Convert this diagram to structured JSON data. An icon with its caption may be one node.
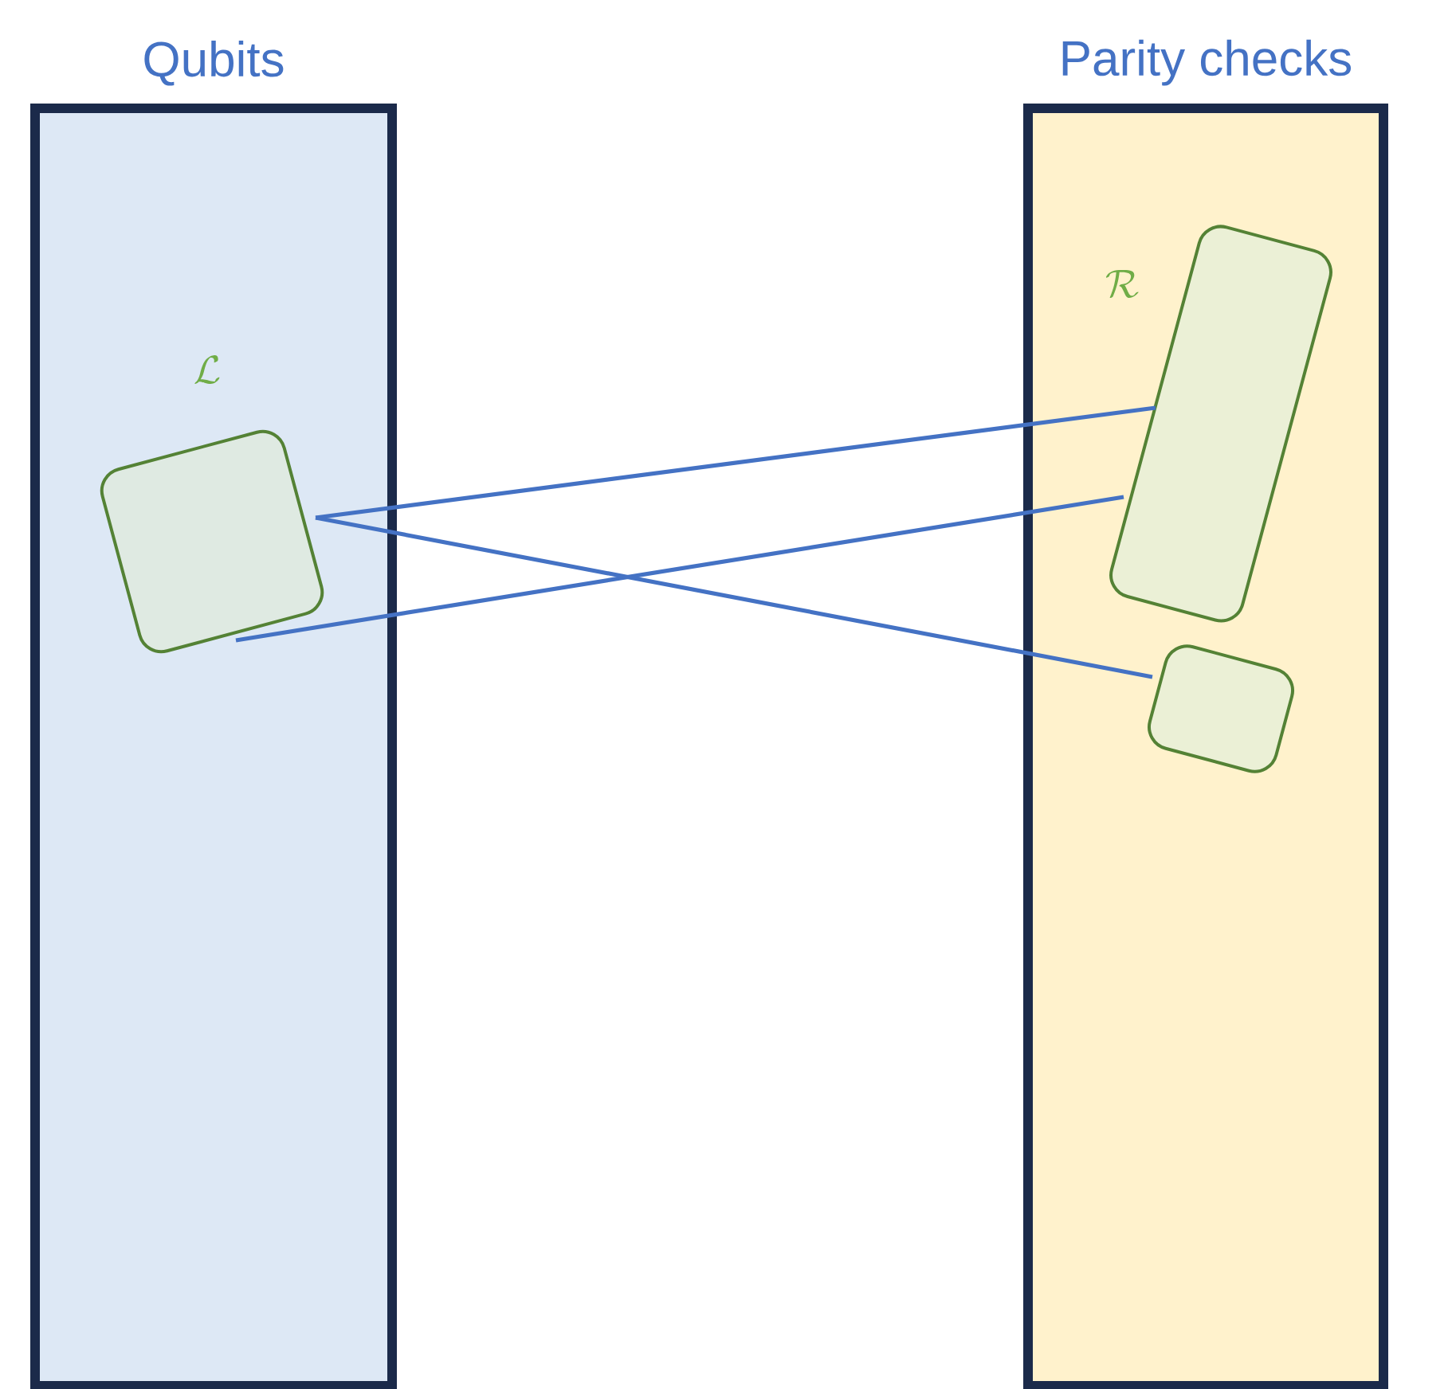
{
  "diagram": {
    "nodes": [
      {
        "text": [
          "Qubits"
        ]
      },
      {
        "text": [
          "Parity checks"
        ]
      },
      {
        "text": [
          "\\mathcal{L}"
        ],
        "in": 0
      },
      {
        "text": [
          "\\mathcal{R}"
        ],
        "in": 1
      },
      {
        "text": [],
        "shape": "box",
        "in": 1
      }
    ],
    "edges": [
      {
        "from": 2,
        "to": 3,
        "arrow": "none"
      },
      {
        "from": 2,
        "to": 3,
        "arrow": "none"
      },
      {
        "from": 2,
        "to": 4,
        "arrow": "none"
      }
    ]
  }
}
